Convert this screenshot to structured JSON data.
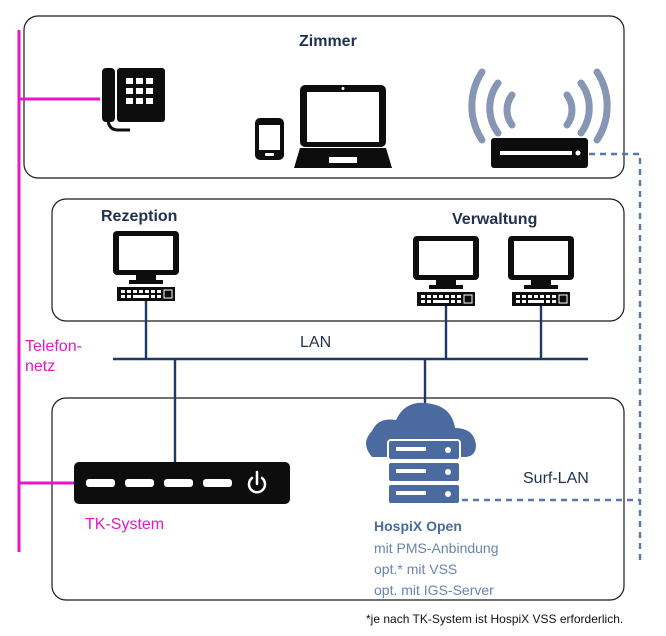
{
  "sections": {
    "zimmer": {
      "title": "Zimmer"
    },
    "rezeption": {
      "title": "Rezeption"
    },
    "verwaltung": {
      "title": "Verwaltung"
    }
  },
  "network": {
    "lan_label": "LAN",
    "telefonnetz_line1": "Telefon-",
    "telefonnetz_line2": "netz",
    "surf_lan_label": "Surf-LAN"
  },
  "tk_system": {
    "label": "TK-System"
  },
  "hospix": {
    "title": "HospiX Open",
    "line1": "mit PMS-Anbindung",
    "line2": "opt.* mit VSS",
    "line3": "opt. mit IGS-Server"
  },
  "footnote": "*je nach TK-System ist HospiX VSS erforderlich.",
  "colors": {
    "phone_net": "#e617c8",
    "lan_line": "#203864",
    "surf_lan_dash": "#5b78aa",
    "device_dark": "#0d0d0d",
    "cloud_blue": "#4a6aa0",
    "wifi_grey_blue": "#8796b4"
  },
  "icons": [
    "desk-phone-icon",
    "smartphone-icon",
    "laptop-icon",
    "wifi-router-icon",
    "desktop-computer-icon",
    "tk-system-box-icon",
    "cloud-server-icon",
    "power-icon"
  ]
}
